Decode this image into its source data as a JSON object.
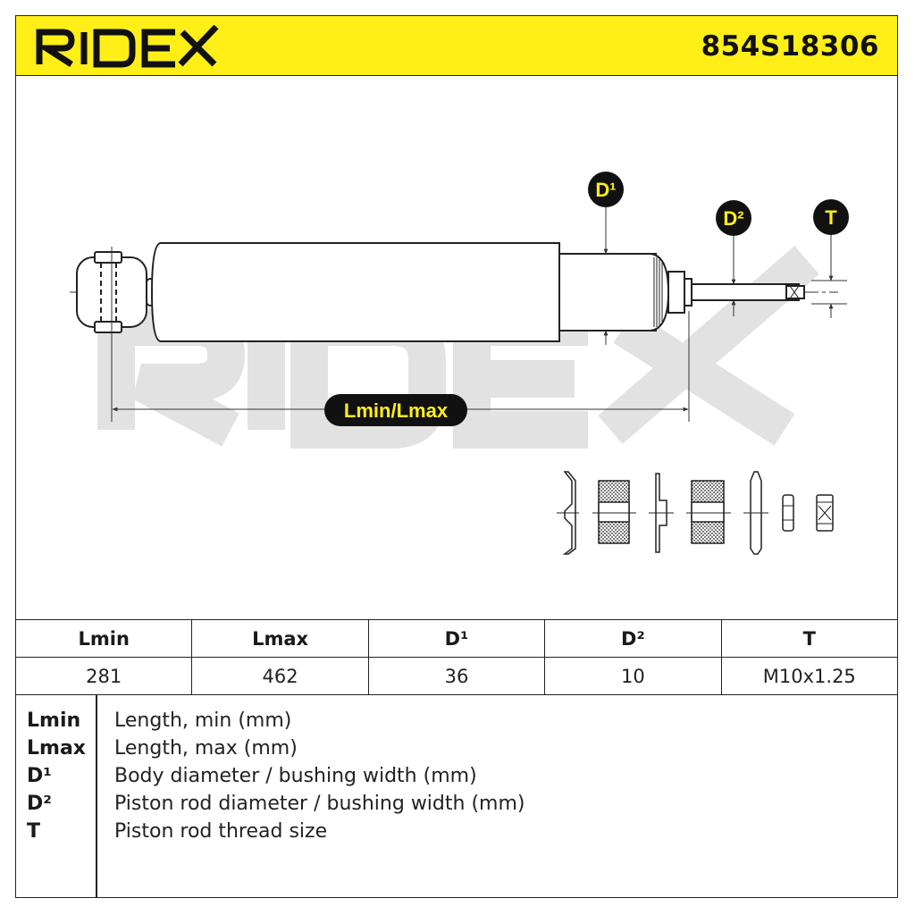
{
  "header": {
    "brand": "RIDEX",
    "part_number": "854S18306",
    "accent_color": "#ffef16"
  },
  "drawing": {
    "watermark": "RIDEX",
    "labels": {
      "d1": "D¹",
      "d2": "D²",
      "t": "T",
      "length": "Lmin/Lmax"
    }
  },
  "specs": {
    "headers": [
      "Lmin",
      "Lmax",
      "D¹",
      "D²",
      "T"
    ],
    "values": [
      "281",
      "462",
      "36",
      "10",
      "M10x1.25"
    ]
  },
  "legend": [
    {
      "key": "Lmin",
      "desc": "Length, min (mm)"
    },
    {
      "key": "Lmax",
      "desc": "Length, max (mm)"
    },
    {
      "key": "D¹",
      "desc": "Body diameter / bushing width (mm)"
    },
    {
      "key": "D²",
      "desc": "Piston rod diameter / bushing width (mm)"
    },
    {
      "key": "T",
      "desc": "Piston rod thread size"
    }
  ]
}
